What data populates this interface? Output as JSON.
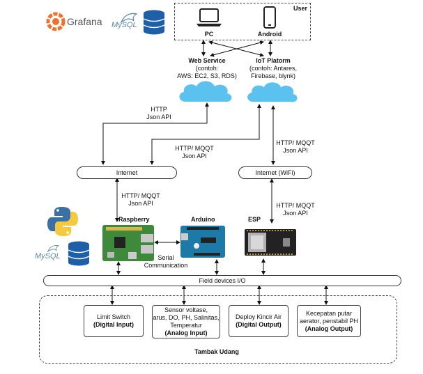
{
  "logos": {
    "grafana": "Grafana",
    "mysql_top": "MySQL",
    "mysql_left": "MySQL",
    "db_color": "#1f5fa8",
    "grafana_color": "#f0712b"
  },
  "user_box": {
    "title": "User",
    "pc_label": "PC",
    "android_label": "Android"
  },
  "cloud_services": {
    "web_service_title": "Web Service",
    "web_service_detail": "(contoh:\nAWS: EC2, S3, RDS)",
    "iot_title": "IoT Platorm",
    "iot_detail": "(contoh: Antares,\nFirebase, blynk)",
    "cloud_color": "#5bc2ef"
  },
  "links": {
    "http_json": "HTTP\nJson API",
    "http_mqqt_json_mid": "HTTP/ MQQT\nJson API",
    "http_mqqt_json_right_top": "HTTP/ MQQT\nJson API",
    "http_mqqt_json_left_bottom": "HTTP/ MQQT\nJson API",
    "http_mqqt_json_right_bottom": "HTTP/ MQQT\nJson API",
    "serial": "Serial\nCommunication"
  },
  "networks": {
    "internet": "Internet",
    "internet_wifi": "Internet (WiFi)"
  },
  "devices": {
    "raspberry": "Raspberry",
    "arduino": "Arduino",
    "esp": "ESP"
  },
  "bus": {
    "label": "Field devices I/O"
  },
  "field": {
    "title": "Tambak Udang",
    "cards": [
      {
        "line1": "Limit Switch",
        "line2": "(Digital Input)"
      },
      {
        "line1": "Sensor voltase,\narus, DO, PH, Salinitas,\nTemperatur",
        "line2": "(Analog Input)"
      },
      {
        "line1": "Deploy Kincir Air",
        "line2": "(Digital Output)"
      },
      {
        "line1": "Kecepatan putar\naerator, penstabil PH",
        "line2": "(Analog Output)"
      }
    ]
  }
}
